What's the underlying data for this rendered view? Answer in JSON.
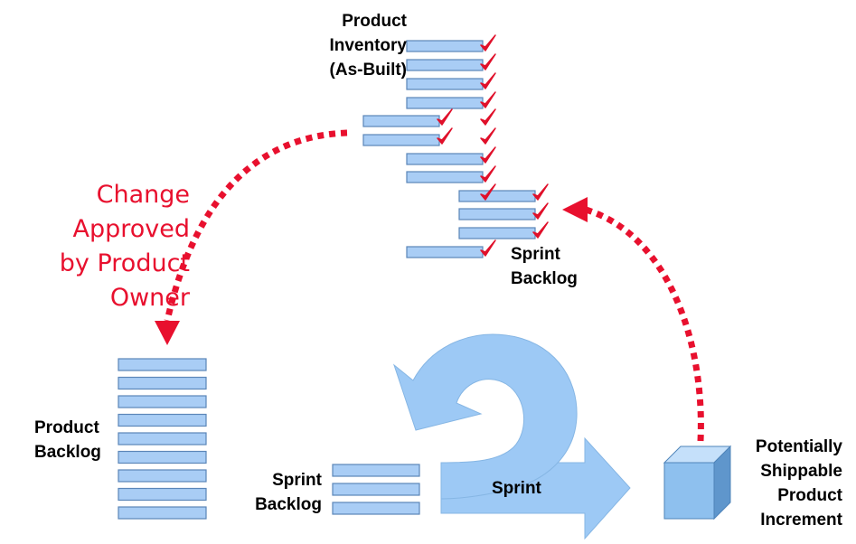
{
  "labels": {
    "inventory": [
      "Product",
      "Inventory",
      "(As-Built)"
    ],
    "sprint_backlog_top": [
      "Sprint",
      "Backlog"
    ],
    "change_approved": [
      "Change",
      "Approved",
      "by Product",
      "Owner"
    ],
    "product_backlog": [
      "Product",
      "Backlog"
    ],
    "sprint_backlog_bottom": [
      "Sprint",
      "Backlog"
    ],
    "sprint": "Sprint",
    "increment": [
      "Potentially",
      "Shippable",
      "Product",
      "Increment"
    ]
  },
  "colors": {
    "item_fill": "#a9cdf5",
    "item_stroke": "#5b86b8",
    "check": "#e0102a",
    "arrow_red": "#e8102e",
    "sprint_arrow": "#9dc9f5",
    "cube_front": "#8ec0ee",
    "cube_top": "#c5e0fa",
    "cube_side": "#5f96cc"
  },
  "icons": [
    "checkmark-icon",
    "sprint-cycle-arrow-icon",
    "product-increment-cube-icon"
  ]
}
